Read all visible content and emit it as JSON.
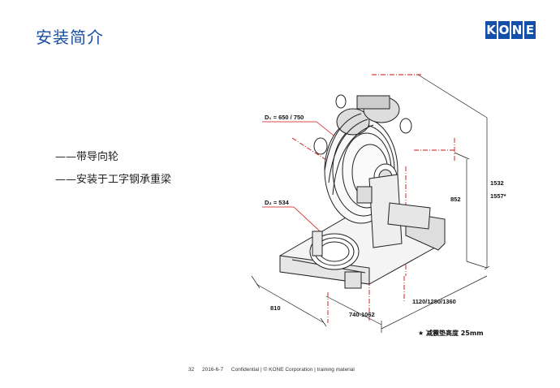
{
  "title": "安装简介",
  "logo": {
    "letters": [
      "K",
      "O",
      "N",
      "E"
    ],
    "color": "#1450aa"
  },
  "bullets": [
    "——带导向轮",
    "——安装于工字钢承重梁"
  ],
  "diagram": {
    "d1_label": "D₁ = 650 / 750",
    "d2_label": "D₂ = 534",
    "dim_1532": "1532",
    "dim_1557": "1557*",
    "dim_852": "852",
    "dim_810": "810",
    "dim_740": "740-1062",
    "dim_1120": "1120/1250/1360",
    "note": "★ 减震垫高度 25mm"
  },
  "footer": {
    "page": "32",
    "date": "2016-6-7",
    "text": "Confidential | © KONE Corporation | training material"
  },
  "colors": {
    "title": "#1a4fa0",
    "dimension_red": "#cc1111"
  }
}
